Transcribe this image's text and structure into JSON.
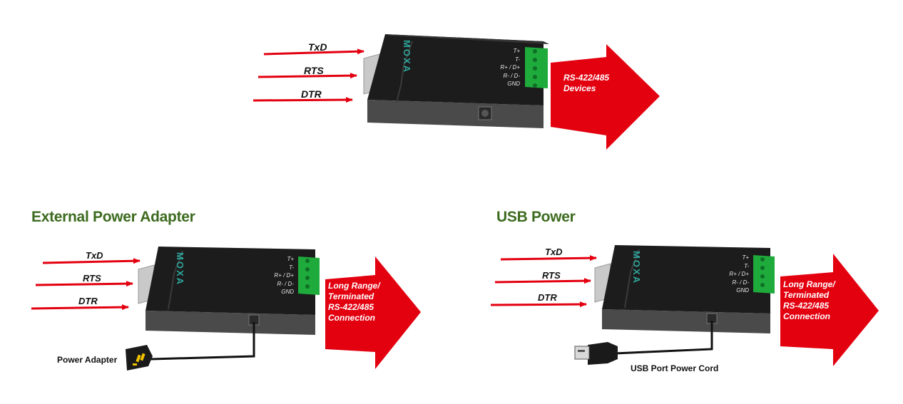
{
  "top": {
    "signals": [
      "TxD",
      "RTS",
      "DTR"
    ],
    "pins": [
      "T+",
      "T-",
      "R+ / D+",
      "R- / D-",
      "GND"
    ],
    "brand": "MOXA",
    "arrow_text": [
      "RS-422/485",
      "Devices"
    ]
  },
  "left": {
    "heading": "External Power Adapter",
    "signals": [
      "TxD",
      "RTS",
      "DTR"
    ],
    "pins": [
      "T+",
      "T-",
      "R+ / D+",
      "R- / D-",
      "GND"
    ],
    "brand": "MOXA",
    "arrow_text": [
      "Long Range/",
      "Terminated",
      "RS-422/485",
      "Connection"
    ],
    "caption": "Power Adapter"
  },
  "right": {
    "heading": "USB Power",
    "signals": [
      "TxD",
      "RTS",
      "DTR"
    ],
    "pins": [
      "T+",
      "T-",
      "R+ / D+",
      "R- / D-",
      "GND"
    ],
    "brand": "MOXA",
    "arrow_text": [
      "Long Range/",
      "Terminated",
      "RS-422/485",
      "Connection"
    ],
    "caption": "USB Port Power Cord"
  },
  "colors": {
    "arrow_red": "#e3000f",
    "heading_green": "#3d6b1f",
    "terminal_green": "#1faa3c",
    "device_body": "#1c1c1c",
    "brand_teal": "#2fa59b"
  }
}
